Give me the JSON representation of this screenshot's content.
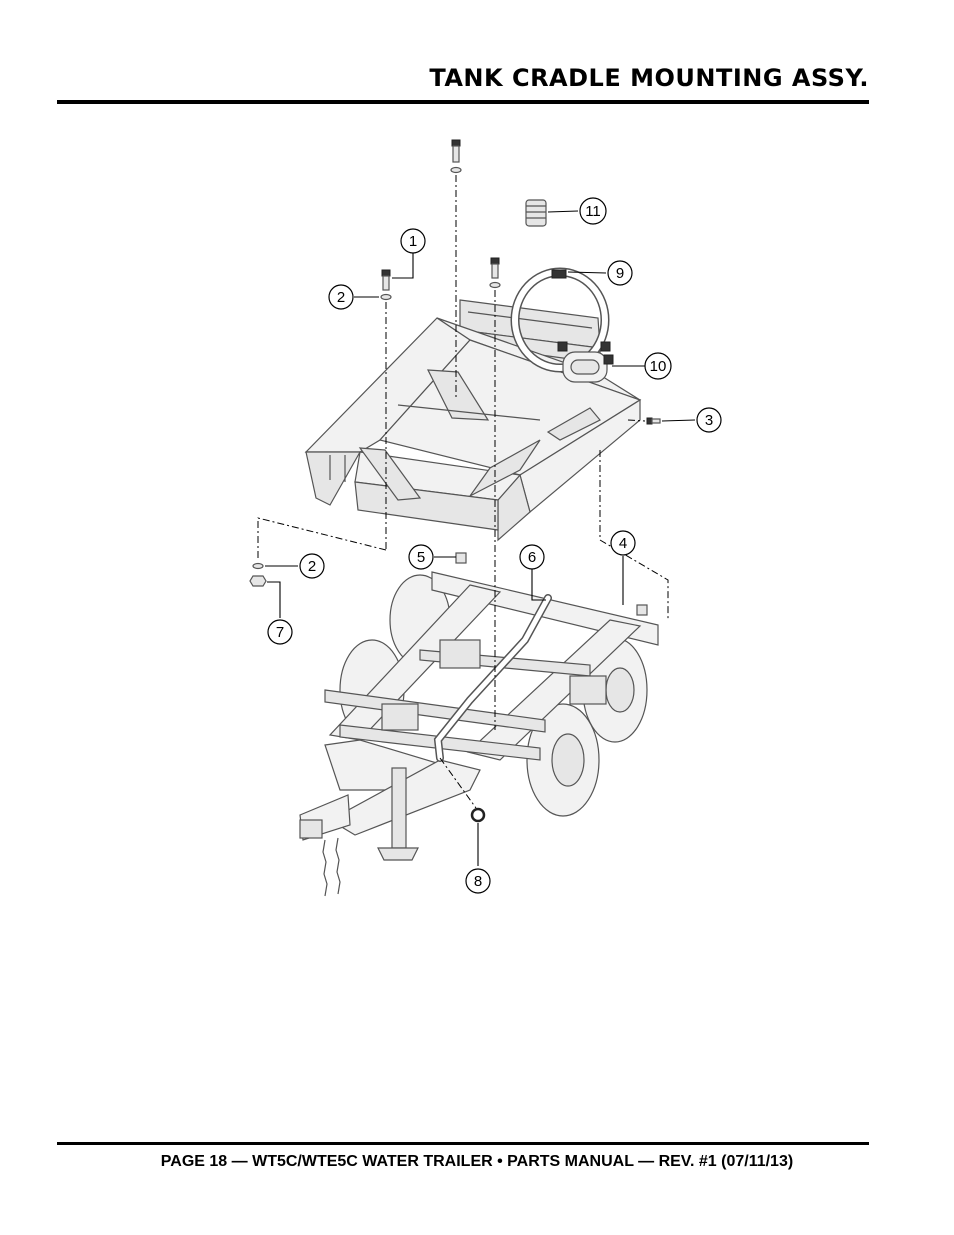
{
  "header": {
    "title": "TANK CRADLE MOUNTING ASSY."
  },
  "footer": {
    "text": "PAGE 18 — WT5C/WTE5C WATER TRAILER • PARTS MANUAL — REV. #1 (07/11/13)"
  },
  "callouts": [
    "1",
    "2",
    "3",
    "4",
    "5",
    "6",
    "7",
    "8",
    "9",
    "10",
    "11",
    "2"
  ],
  "icons": [
    "bolt-icon",
    "washer-icon",
    "nut-icon",
    "spring-icon",
    "hose-icon",
    "cap-icon"
  ]
}
